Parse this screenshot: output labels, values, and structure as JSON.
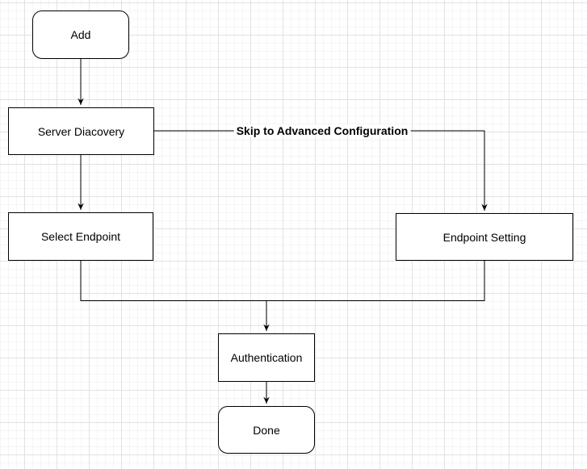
{
  "diagram": {
    "grid": {
      "minor_step": 10,
      "major_step": 40,
      "minor_color": "#f5f5f5",
      "major_color": "#e2e2e2",
      "background": "#ffffff"
    },
    "colors": {
      "node_fill": "#ffffff",
      "node_border": "#000000",
      "edge": "#000000",
      "text": "#000000"
    },
    "nodes": {
      "add": {
        "label": "Add",
        "shape": "rounded-rectangle"
      },
      "server_discovery": {
        "label": "Server Diacovery",
        "shape": "rectangle"
      },
      "select_endpoint": {
        "label": "Select Endpoint",
        "shape": "rectangle"
      },
      "endpoint_setting": {
        "label": "Endpoint Setting",
        "shape": "rectangle"
      },
      "authentication": {
        "label": "Authentication",
        "shape": "rectangle"
      },
      "done": {
        "label": "Done",
        "shape": "rounded-rectangle"
      }
    },
    "edges": {
      "skip_label": "Skip to Advanced Configuration"
    }
  }
}
